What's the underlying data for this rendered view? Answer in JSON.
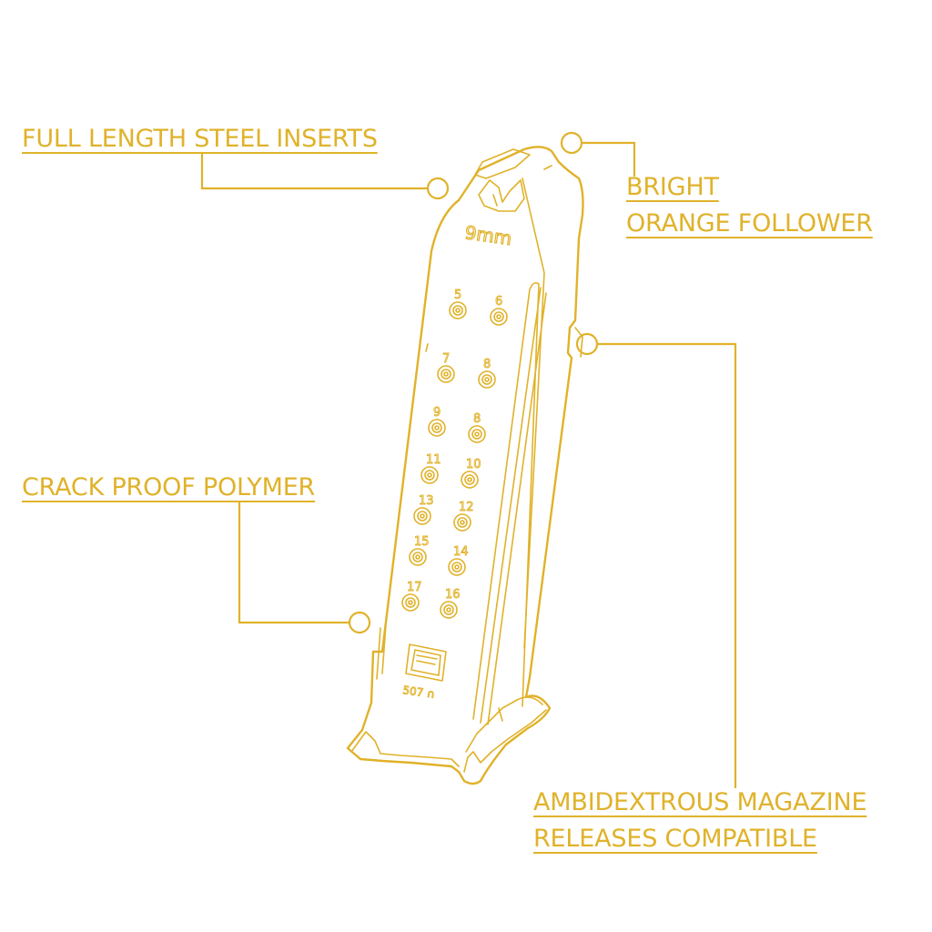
{
  "accent_color": "#e0b22a",
  "background_color": "#ffffff",
  "callouts": {
    "steel_inserts": {
      "line1": "FULL LENGTH STEEL INSERTS"
    },
    "follower": {
      "line1": "BRIGHT",
      "line2": "ORANGE FOLLOWER"
    },
    "polymer": {
      "line1": "CRACK PROOF POLYMER"
    },
    "release": {
      "line1": "AMBIDEXTROUS MAGAZINE",
      "line2": "RELEASES COMPATIBLE"
    }
  },
  "magazine": {
    "caliber_marking": "9mm",
    "witness_hole_numbers": [
      "5",
      "6",
      "7",
      "8",
      "9",
      "8",
      "11",
      "10",
      "13",
      "12",
      "15",
      "14",
      "17",
      "16"
    ],
    "base_stamp": "507 ∩"
  }
}
